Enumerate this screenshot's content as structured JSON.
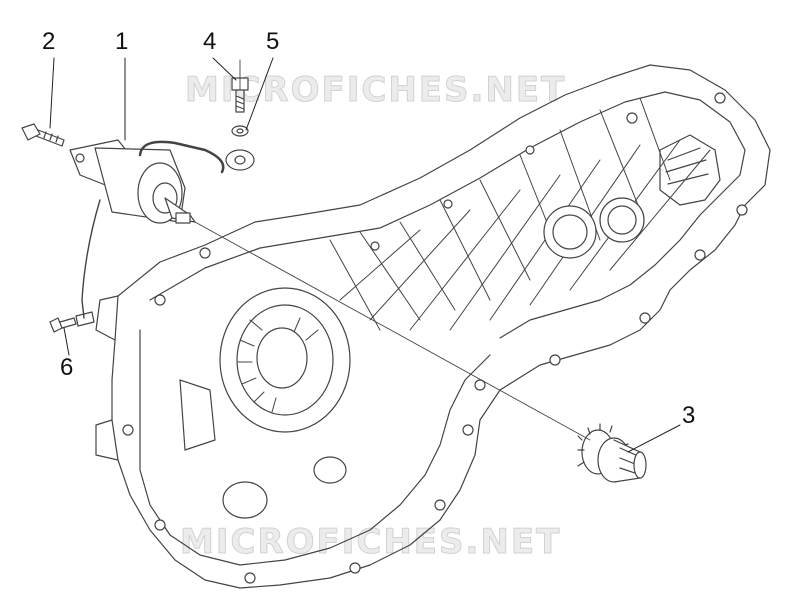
{
  "callouts": [
    "1",
    "2",
    "3",
    "4",
    "5",
    "6"
  ],
  "watermark": "MICROFICHES.NET",
  "colors": {
    "line": "#444444",
    "callout": "#111111",
    "watermark": "#d2d2d2"
  },
  "parts": [
    {
      "ref": "1",
      "icon": "starter-motor-icon"
    },
    {
      "ref": "2",
      "icon": "bolt-icon"
    },
    {
      "ref": "3",
      "icon": "starter-pinion-gear-icon"
    },
    {
      "ref": "4",
      "icon": "bolt-icon"
    },
    {
      "ref": "5",
      "icon": "washer-icon"
    },
    {
      "ref": "6",
      "icon": "screw-icon"
    }
  ]
}
